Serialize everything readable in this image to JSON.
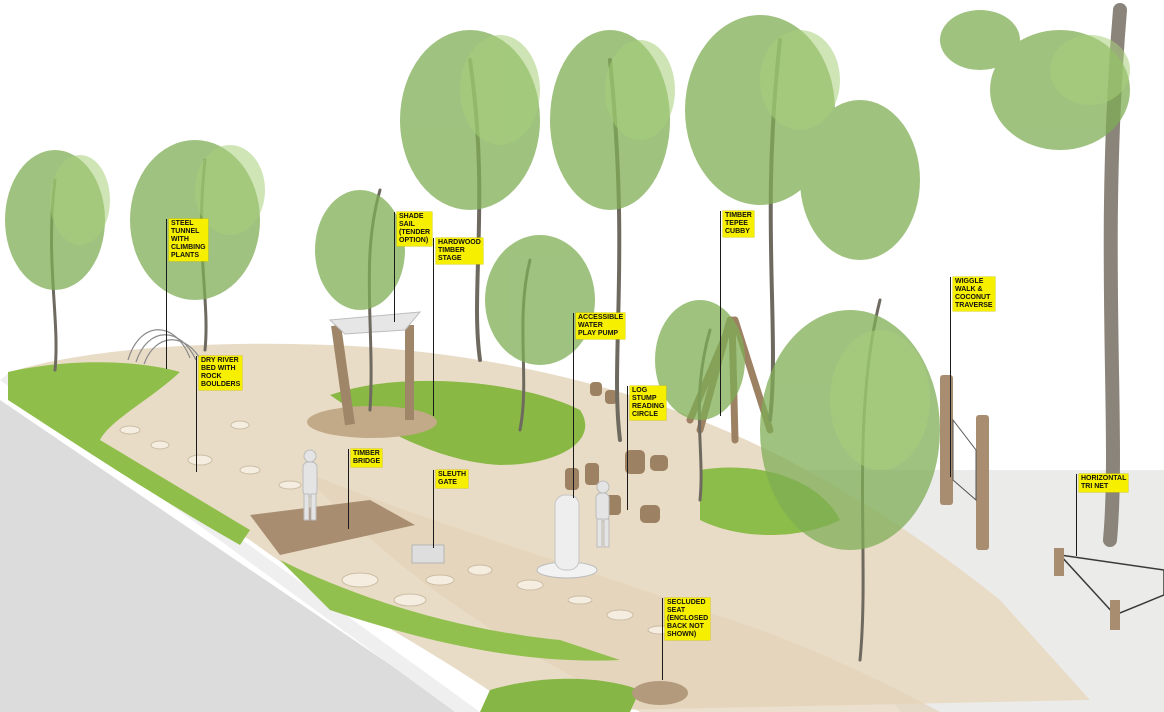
{
  "colors": {
    "sky": "#ffffff",
    "path_sand": "#e9dcc6",
    "lawn": "#8fbf4a",
    "edge_wall": "#d9d9d9",
    "timber": "#a08a6e",
    "label_bg": "#f7ef00",
    "foliage": "#7fae55"
  },
  "labels": [
    {
      "id": "steel-tunnel",
      "text": "STEEL TUNNEL WITH\nCLIMBING PLANTS"
    },
    {
      "id": "shade-sail",
      "text": "SHADE SAIL (TENDER OPTION)"
    },
    {
      "id": "hardwood-stage",
      "text": "HARDWOOD TIMBER STAGE"
    },
    {
      "id": "timber-tepee",
      "text": "TIMBER TEPEE CUBBY"
    },
    {
      "id": "wiggle-walk",
      "text": "WIGGLE WALK &\nCOCONUT TRAVERSE"
    },
    {
      "id": "water-pump",
      "text": "ACCESSIBLE WATER\nPLAY PUMP"
    },
    {
      "id": "dry-river",
      "text": "DRY RIVER BED WITH\nROCK BOULDERS"
    },
    {
      "id": "log-stump",
      "text": "LOG STUMP READING\nCIRCLE"
    },
    {
      "id": "timber-bridge",
      "text": "TIMBER BRIDGE"
    },
    {
      "id": "sleuth-gate",
      "text": "SLEUTH GATE"
    },
    {
      "id": "tri-net",
      "text": "HORIZONTAL TRI NET"
    },
    {
      "id": "secluded-seat",
      "text": "SECLUDED SEAT\n(ENCLOSED BACK NOT\nSHOWN)"
    }
  ]
}
